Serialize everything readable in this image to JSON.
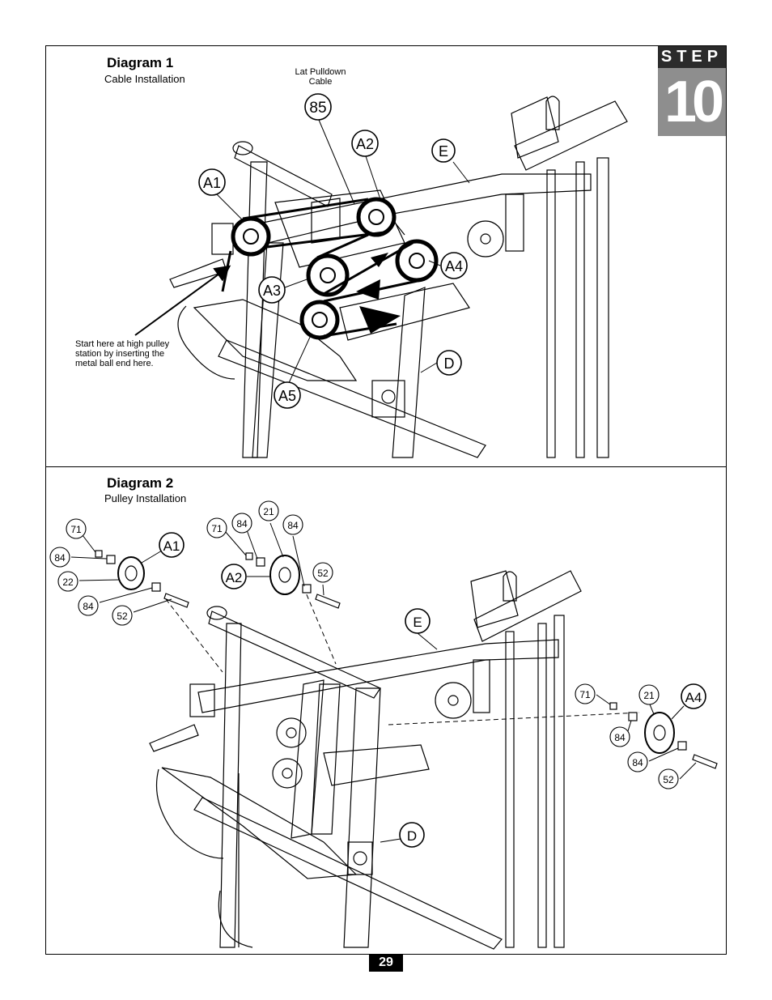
{
  "step": {
    "word": "STEP",
    "number": "10"
  },
  "diagram1": {
    "title": "Diagram 1",
    "subtitle": "Cable Installation",
    "cable_label_line1": "Lat Pulldown",
    "cable_label_line2": "Cable",
    "start_note_line1": "Start here at high pulley",
    "start_note_line2": "station by inserting the",
    "start_note_line3": "metal ball end here.",
    "callouts": {
      "c85": "85",
      "a1": "A1",
      "a2": "A2",
      "a3": "A3",
      "a4": "A4",
      "a5": "A5",
      "e": "E",
      "d": "D"
    }
  },
  "diagram2": {
    "title": "Diagram 2",
    "subtitle": "Pulley Installation",
    "callouts": {
      "g1_71": "71",
      "g1_84a": "84",
      "g1_22": "22",
      "g1_84b": "84",
      "g1_52": "52",
      "g1_a1": "A1",
      "g2_71": "71",
      "g2_84a": "84",
      "g2_21": "21",
      "g2_84b": "84",
      "g2_52": "52",
      "g2_a2": "A2",
      "g3_71": "71",
      "g3_21": "21",
      "g3_a4": "A4",
      "g3_84a": "84",
      "g3_84b": "84",
      "g3_52": "52",
      "e": "E",
      "d": "D"
    }
  },
  "page_number": "29"
}
